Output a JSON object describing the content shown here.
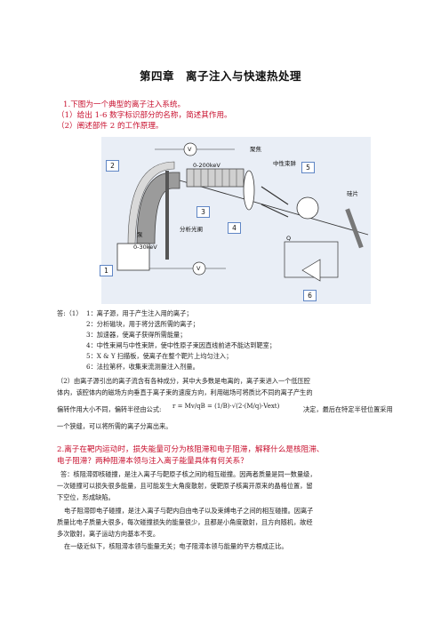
{
  "page_title": "第四章　离子注入与快速热处理",
  "q1": {
    "heading": "1.下图为一个典型的离子注入系统。",
    "sub1": "（1）给出 1-6 数字标识部分的名称，简述其作用。",
    "sub2": "（2）阐述部件 2 的工作原理。"
  },
  "figure": {
    "tags": [
      "1",
      "2",
      "3",
      "4",
      "5",
      "6"
    ],
    "labels": {
      "voltage_top": "0-200keV",
      "focus": "聚焦",
      "neutral_beam": "中性束阱",
      "source": "泵",
      "voltage_bottom": "0-30keV",
      "slit": "分析光阑",
      "wafer": "硅片",
      "q_label": "Q",
      "v_symbol": "V"
    }
  },
  "answer1": {
    "prefix": "答:（1）",
    "items": [
      "1：离子源，用于产生注入用的离子；",
      "2：分析磁块，用于将分选所需的离子；",
      "3：加速器，使离子获得所需能量；",
      "4：中性束闸与中性束阱，使中性原子束因直线前进不能达到靶室；",
      "5：X & Y 扫描板，使离子在整个靶片上均匀注入；",
      "6：法拉第杯，收集束流测量注入剂量。"
    ],
    "part2_lines": [
      "（2）由离子源引出的离子流含有各种成分，其中大多数是电离的，离子束进入一个低压腔",
      "体内，该腔体内的磁场方向垂直于离子束的速度方向，利用磁场可将质比不同的离子产生的",
      "偏转作用大小不同，偏转半径由公式:",
      "决定，最后在特定半径位置采用",
      "一个狭缝，可以将所需的离子分离出来。"
    ],
    "formula": "r = Mv/qB = (1/B)·√(2·(M/q)·Vext)"
  },
  "q2": {
    "heading_lines": [
      "2.离子在靶内运动时，损失能量可分为核阻滞和电子阻滞，解释什么是核阻滞、",
      "电子阻滞？两种阻滞本领与注入离子能量具体有何关系？"
    ],
    "answer_lines": [
      "答：核阻滞即核碰撞，是注入离子与靶原子核之间的相互碰撞。因两者质量是同一数量级，",
      "一次碰撞可以损失很多能量，且可能发生大角度散射，使靶原子核离开原来的晶格位置，留",
      "下空位，形成缺陷。",
      "电子阻滞即电子碰撞，是注入离子与靶内自由电子以及束缚电子之间的相互碰撞。因离子",
      "质量比电子质量大很多，每次碰撞损失的能量很少，且都是小角度散射，且方向随机，故经",
      "多次散射，离子运动方向基本不变。",
      "在一级近似下，核阻滞本领与能量无关；电子阻滞本领与能量的平方根成正比。"
    ]
  },
  "colors": {
    "heading_red": "#c8102e",
    "figure_bg": "#e9eef6",
    "tag_border": "#5f86c5"
  }
}
